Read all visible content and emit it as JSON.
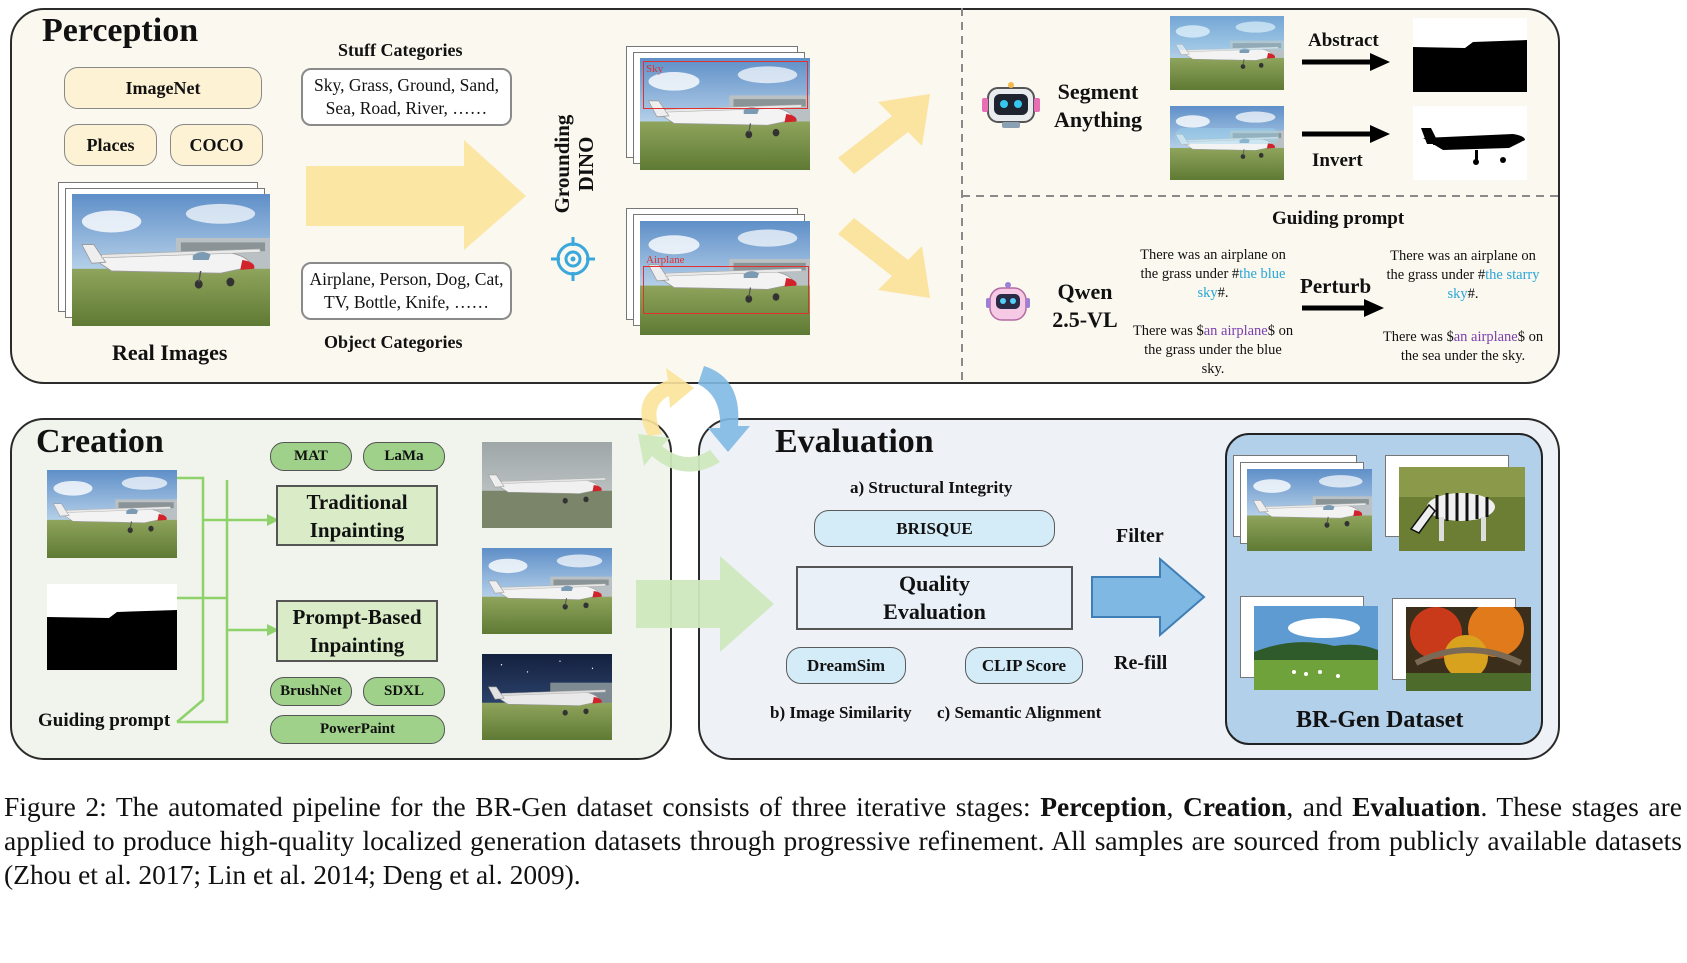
{
  "perception": {
    "title": "Perception",
    "sources": [
      "ImageNet",
      "Places",
      "COCO"
    ],
    "real_images_label": "Real Images",
    "stuff_title": "Stuff Categories",
    "stuff_list": "Sky, Grass, Ground, Sand, Sea, Road, River, ……",
    "object_list": "Airplane, Person, Dog, Cat, TV, Bottle, Knife, ……",
    "object_title": "Object Categories",
    "grounding_label": "Grounding DINO",
    "sky_box_label": "Sky",
    "airplane_box_label": "Airplane",
    "segment_label": "Segment Anything",
    "abstract_label": "Abstract",
    "invert_label": "Invert",
    "guiding_prompt_title": "Guiding prompt",
    "qwen_label": "Qwen 2.5-VL",
    "perturb_label": "Perturb",
    "prompt1": {
      "pre": "There was an airplane on the grass under #",
      "hl": "the blue sky",
      "post": "#."
    },
    "prompt2": {
      "pre": "There was $",
      "hl": "an airplane",
      "post": "$ on the grass under the blue sky."
    },
    "prompt3": {
      "pre": "There was an airplane on the grass under #",
      "hl": "the starry sky",
      "post": "#."
    },
    "prompt4": {
      "pre": "There was $",
      "hl": "an airplane",
      "post": "$ on the sea under the sky."
    }
  },
  "creation": {
    "title": "Creation",
    "methods_top": [
      "MAT",
      "LaMa"
    ],
    "traditional": "Traditional Inpainting",
    "prompt_based": "Prompt-Based Inpainting",
    "methods_bottom": [
      "BrushNet",
      "SDXL",
      "PowerPaint"
    ],
    "guiding_prompt": "Guiding prompt"
  },
  "evaluation": {
    "title": "Evaluation",
    "structural": "a) Structural Integrity",
    "brisque": "BRISQUE",
    "quality": "Quality Evaluation",
    "dreamsim": "DreamSim",
    "clip": "CLIP Score",
    "image_similarity": "b) Image Similarity",
    "semantic": "c) Semantic Alignment",
    "filter": "Filter",
    "refill": "Re-fill",
    "dataset": "BR-Gen Dataset"
  },
  "caption": {
    "lead": "Figure 2: The automated pipeline for the BR-Gen dataset consists of three iterative stages: ",
    "b1": "Perception",
    "sep1": ", ",
    "b2": "Creation",
    "sep2": ", and ",
    "b3": "Evaluation",
    "rest": ". These stages are applied to produce high-quality localized generation datasets through progressive refinement. All samples are sourced from publicly available datasets (Zhou et al. 2017; Lin et al. 2014; Deng et al. 2009)."
  },
  "colors": {
    "perception_bg": "#faf8ef",
    "creation_bg": "#f1f4ec",
    "evaluation_bg": "#eef1f6",
    "source_pill": "#fdf2d4",
    "green_pill": "#9fd18a",
    "dataset_bg": "#b3d0ea",
    "yellow_arrow": "#fbe39a",
    "green_arrow": "#cfe8bd",
    "blue_arrow": "#7fb9e3"
  }
}
